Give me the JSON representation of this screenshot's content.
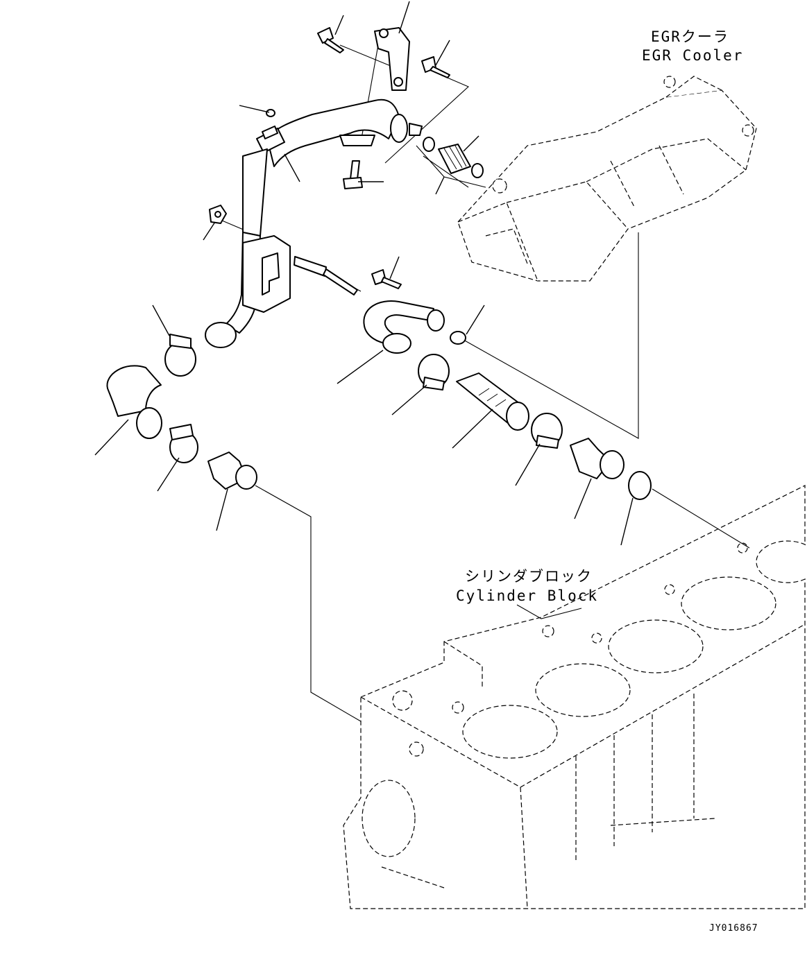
{
  "labels": {
    "egr_cooler_jp": "EGRクーラ",
    "egr_cooler_en": "EGR Cooler",
    "cylinder_block_jp": "シリンダブロック",
    "cylinder_block_en": "Cylinder Block",
    "drawing_code": "JY016867"
  }
}
